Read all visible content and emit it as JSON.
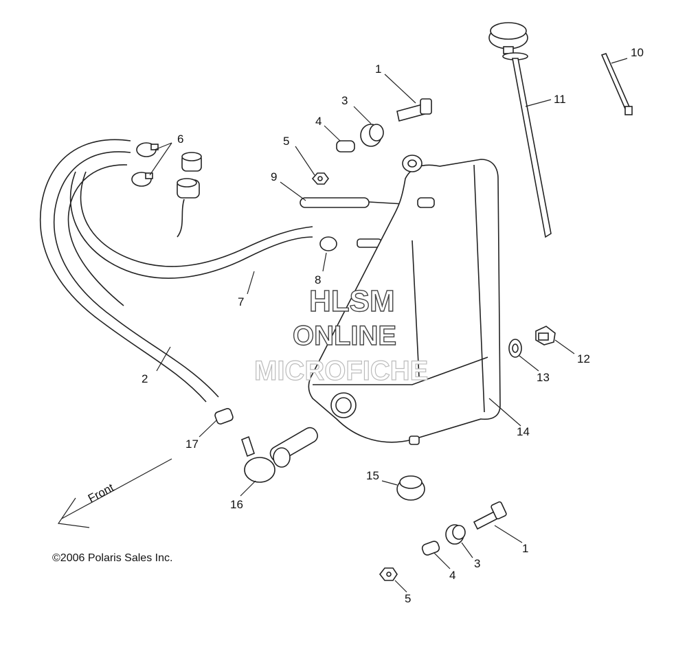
{
  "copyright": "©2006 Polaris Sales Inc.",
  "watermark": {
    "line1": "HLSM",
    "line2": "ONLINE",
    "line3": "MICROFICHE"
  },
  "direction_label": "Front",
  "callouts": {
    "c1a": "1",
    "c1b": "1",
    "c2": "2",
    "c3a": "3",
    "c3b": "3",
    "c4a": "4",
    "c4b": "4",
    "c5a": "5",
    "c5b": "5",
    "c6": "6",
    "c7": "7",
    "c8": "8",
    "c9": "9",
    "c10": "10",
    "c11": "11",
    "c12": "12",
    "c13": "13",
    "c14": "14",
    "c15": "15",
    "c16": "16",
    "c17": "17"
  }
}
